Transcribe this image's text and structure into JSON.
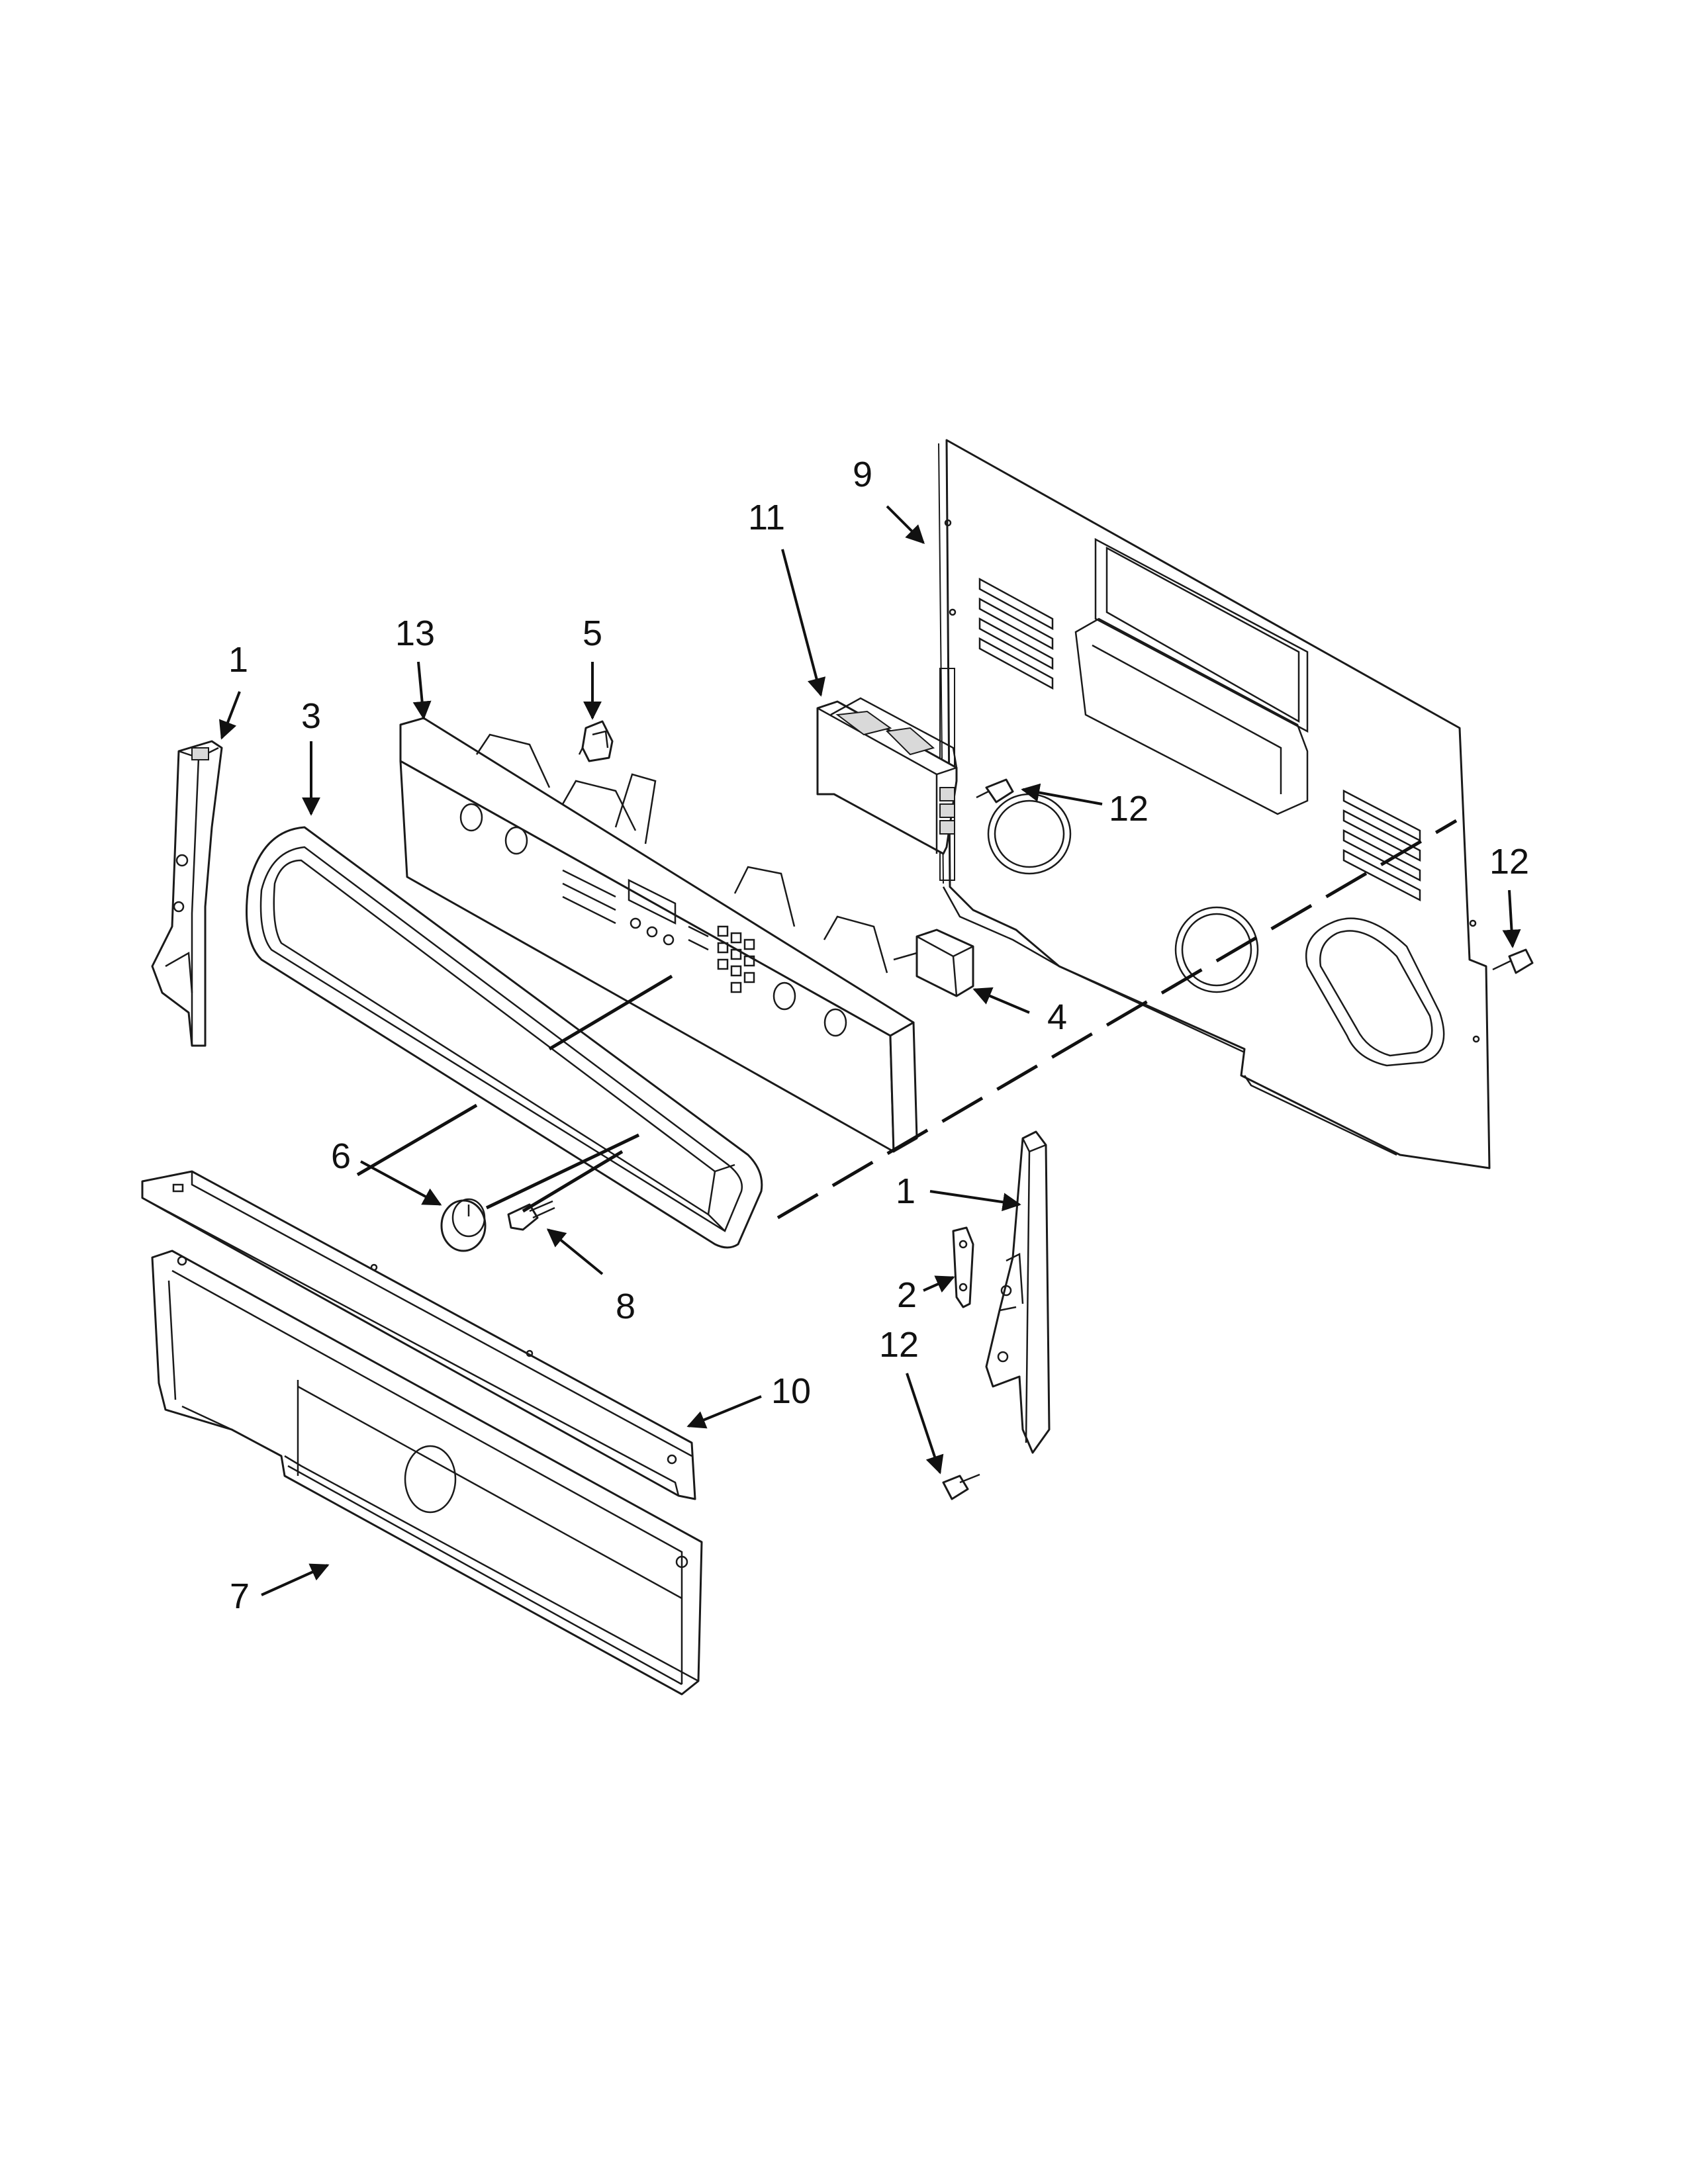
{
  "callouts": [
    {
      "id": "c1a",
      "text": "1"
    },
    {
      "id": "c1b",
      "text": "1"
    },
    {
      "id": "c2",
      "text": "2"
    },
    {
      "id": "c3",
      "text": "3"
    },
    {
      "id": "c4",
      "text": "4"
    },
    {
      "id": "c5",
      "text": "5"
    },
    {
      "id": "c6",
      "text": "6"
    },
    {
      "id": "c7",
      "text": "7"
    },
    {
      "id": "c8",
      "text": "8"
    },
    {
      "id": "c9",
      "text": "9"
    },
    {
      "id": "c10",
      "text": "10"
    },
    {
      "id": "c11",
      "text": "11"
    },
    {
      "id": "c12a",
      "text": "12"
    },
    {
      "id": "c12b",
      "text": "12"
    },
    {
      "id": "c12c",
      "text": "12"
    },
    {
      "id": "c13",
      "text": "13"
    }
  ]
}
